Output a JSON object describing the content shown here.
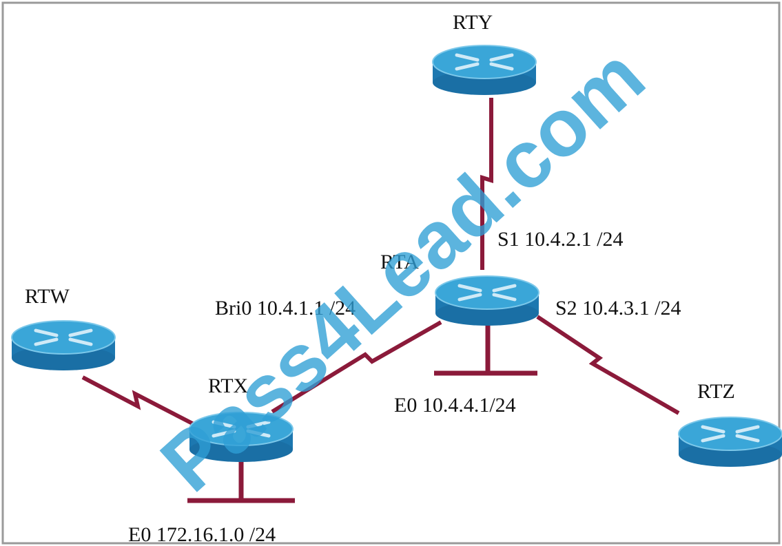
{
  "routers": {
    "rty": {
      "name": "RTY"
    },
    "rta": {
      "name": "RTA"
    },
    "rtw": {
      "name": "RTW"
    },
    "rtx": {
      "name": "RTX"
    },
    "rtz": {
      "name": "RTZ"
    }
  },
  "interfaces": {
    "rta_s1": "S1 10.4.2.1 /24",
    "rta_bri0": "Bri0 10.4.1.1 /24",
    "rta_s2": "S2 10.4.3.1 /24",
    "rta_e0": "E0 10.4.4.1/24",
    "rtx_e0": "E0 172.16.1.0 /24"
  },
  "watermark": "Pass4Lead.com",
  "colors": {
    "link": "#8b1a3a",
    "router_top": "#3aa6d8",
    "router_side": "#1d78b0",
    "router_arrows": "#cfeaf7",
    "watermark": "#2f9fd6",
    "frame": "#9a9a9a"
  },
  "icons": {
    "router": "router-icon",
    "ethernet": "ethernet-segment-icon",
    "serial": "serial-link-icon"
  }
}
